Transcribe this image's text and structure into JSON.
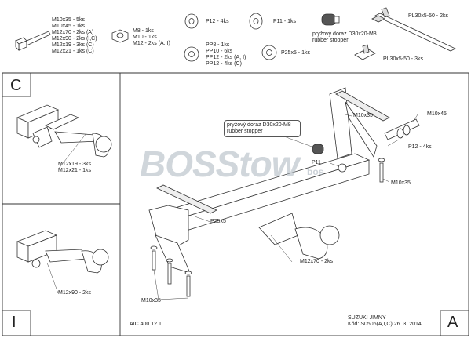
{
  "parts": {
    "bolts": [
      "M10x35 - 5ks",
      "M10x45 - 1ks",
      "M12x70 - 2ks (A)",
      "M12x90 - 2ks (I,C)",
      "M12x19 - 3ks (C)",
      "M12x21 - 1ks (C)"
    ],
    "nuts": [
      "M8 - 1ks",
      "M10 - 1ks",
      "M12 - 2ks (A, I)"
    ],
    "washer_p12": "P12 - 4ks",
    "washer_p11": "P11 - 1ks",
    "spring_washers": [
      "PP8 - 1ks",
      "PP10 - 6ks",
      "PP12 - 2ks (A, I)",
      "PP12 - 4ks (C)"
    ],
    "washer_p25": "P25x5 - 1ks",
    "stopper": [
      "pryžový doraz D30x20-M8",
      "rubber stopper"
    ],
    "plate_large": "PL30x5-50 - 2ks",
    "plate_small": "PL30x5-50 - 3ks"
  },
  "panels": {
    "c_letter": "C",
    "i_letter": "I",
    "a_letter": "A",
    "c_labels": [
      "M12x19 - 3ks",
      "M12x21 - 1ks"
    ],
    "i_label": "M12x90 - 2ks"
  },
  "main_labels": {
    "m10x45": "M10x45",
    "m10x35_top": "M10x35",
    "p12": "P12 - 4ks",
    "m10x35_right": "M10x35",
    "p11": "P11",
    "p25x5": "P25x5",
    "m12x70": "M12x70 - 2ks",
    "m10x35_bottom": "M10x35",
    "stopper_callout": [
      "pryžový doraz D30x20-M8",
      "rubber stopper"
    ]
  },
  "watermark": {
    "main": "BOSStow",
    "sub": "bos"
  },
  "footer": {
    "code": "AIC 400 12 1",
    "vehicle": "SUZUKI JIMNY",
    "kod": "Kód: S0506(A,I,C)  26. 3. 2014"
  }
}
